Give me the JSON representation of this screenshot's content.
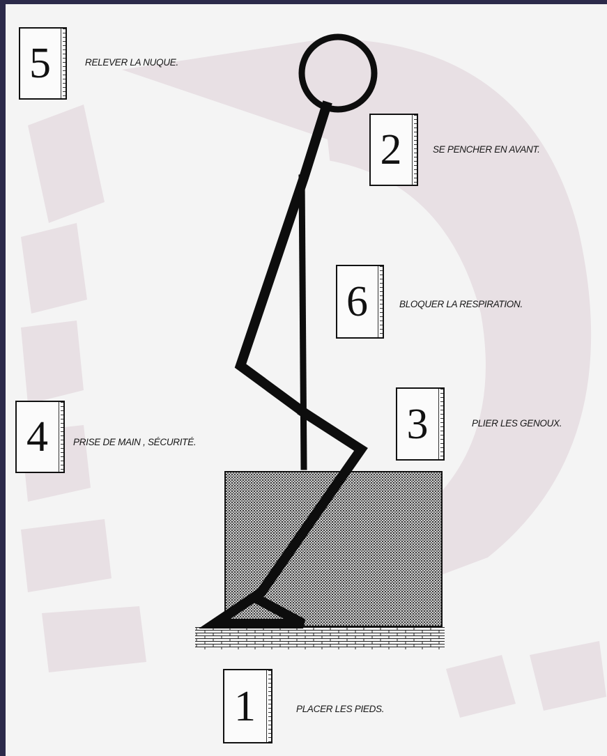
{
  "steps": [
    {
      "number": "5",
      "label": "RELEVER LA NUQUE."
    },
    {
      "number": "2",
      "label": "SE PENCHER EN AVANT."
    },
    {
      "number": "6",
      "label": "BLOQUER LA RESPIRATION."
    },
    {
      "number": "4",
      "label": "PRISE DE MAIN , SÉCURITÉ."
    },
    {
      "number": "3",
      "label": "PLIER LES GENOUX."
    },
    {
      "number": "1",
      "label": "PLACER LES PIEDS."
    }
  ],
  "colors": {
    "frame": "#2c2a4a",
    "paper": "#f4f4f4",
    "ink": "#111111",
    "watermark": "#e7dfe3",
    "box_fill": "#8a8a8a"
  },
  "icons": {
    "figure": "stick-figure-lifting",
    "box": "load-box",
    "floor": "brick-floor",
    "watermark": "clinique-logo-watermark"
  }
}
